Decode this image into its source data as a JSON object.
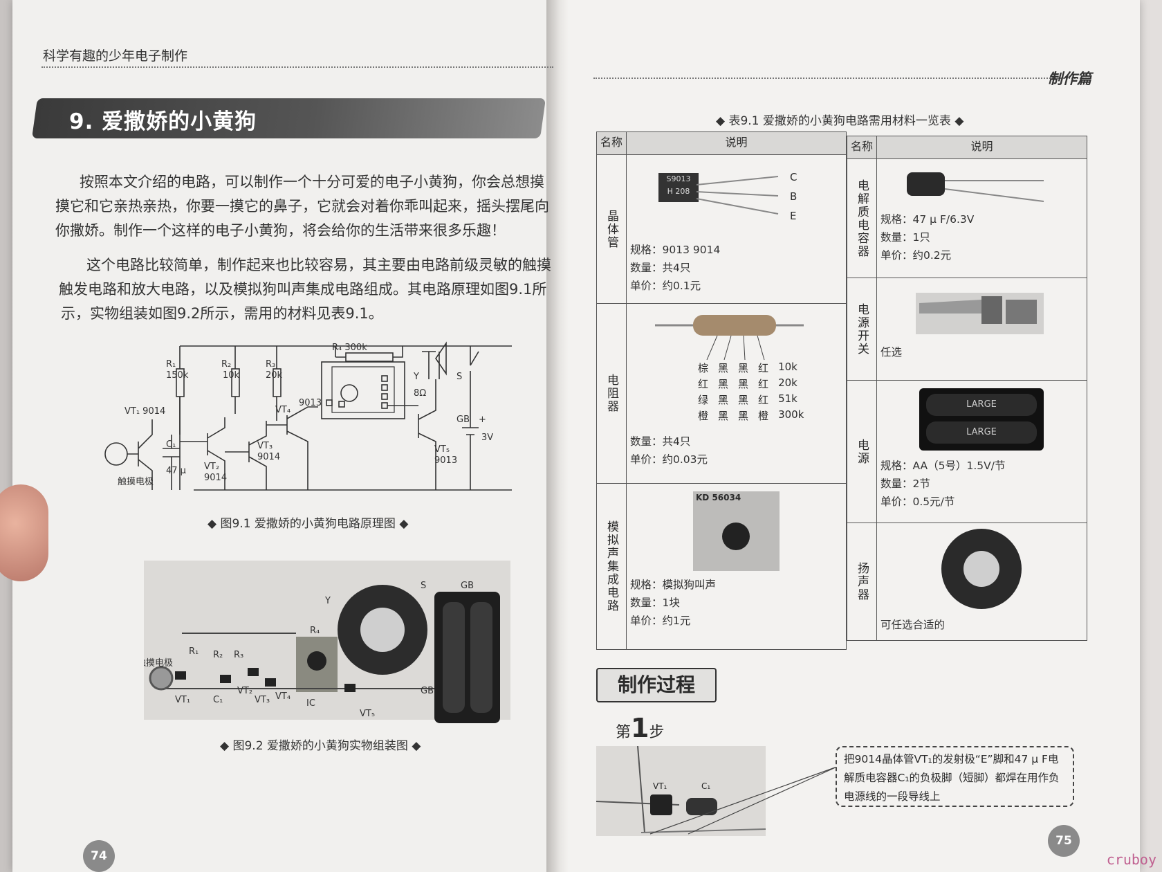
{
  "left_page": {
    "running_title": "科学有趣的少年电子制作",
    "chapter_title": "9. 爱撒娇的小黄狗",
    "paragraphs": [
      "按照本文介绍的电路，可以制作一个十分可爱的电子小黄狗，你会总想摸",
      "摸它和它亲热亲热，你要一摸它的鼻子，它就会对着你乖叫起来，摇头摆尾向",
      "你撒娇。制作一个这样的电子小黄狗，将会给你的生活带来很多乐趣！",
      "这个电路比较简单，制作起来也比较容易，其主要由电路前级灵敏的触摸",
      "触发电路和放大电路，以及模拟狗叫声集成电路组成。其电路原理如图9.1所",
      "示，实物组装如图9.2所示，需用的材料见表9.1。"
    ],
    "schematic_labels": {
      "r1": "R₁",
      "r1v": "150k",
      "r2": "R₂",
      "r2v": "10k",
      "r3": "R₃",
      "r3v": "20k",
      "r4": "R₄  300k",
      "vt1": "VT₁ 9014",
      "vt2": "VT₂",
      "vt2v": "9014",
      "vt3": "VT₃",
      "vt3v": "9014",
      "vt4": "VT₄",
      "vt4v": "9013",
      "vt5": "VT₅",
      "vt5v": "9013",
      "c1": "C₁",
      "c1v": "47 μ",
      "touch": "触摸电极",
      "y": "Y",
      "ohm": "8Ω",
      "s": "S",
      "gb": "GB",
      "plus": "+",
      "v": "3V"
    },
    "fig1_caption": "◆ 图9.1   爱撒娇的小黄狗电路原理图 ◆",
    "photo_labels": {
      "y": "Y",
      "s": "S",
      "gb": "GB",
      "gb2": "GB",
      "r4": "R₄",
      "r1": "R₁",
      "r2": "R₂",
      "r3": "R₃",
      "touch": "触摸电极",
      "vt1": "VT₁",
      "c1": "C₁",
      "vt2": "VT₂",
      "vt3": "VT₃",
      "vt4": "VT₄",
      "ic": "IC",
      "vt5": "VT₅"
    },
    "fig2_caption": "◆ 图9.2   爱撒娇的小黄狗实物组装图 ◆",
    "page_number": "74"
  },
  "right_page": {
    "running_title": "制作篇",
    "table_title": "◆ 表9.1   爱撒娇的小黄狗电路需用材料一览表 ◆",
    "headers": {
      "name": "名称",
      "desc": "说明"
    },
    "left_rows": [
      {
        "name": "晶体管",
        "lines": [
          "规格：9013    9014",
          "数量：共4只",
          "单价：约0.1元"
        ],
        "pins": [
          "C",
          "B",
          "E"
        ],
        "chip1": "S9013",
        "chip2": "H 208"
      },
      {
        "name": "电阻器",
        "colors": [
          [
            "棕",
            "黑",
            "黑",
            "红",
            "10k"
          ],
          [
            "红",
            "黑",
            "黑",
            "红",
            "20k"
          ],
          [
            "绿",
            "黑",
            "黑",
            "红",
            "51k"
          ],
          [
            "橙",
            "黑",
            "黑",
            "橙",
            "300k"
          ]
        ],
        "lines": [
          "数量：共4只",
          "单价：约0.03元"
        ]
      },
      {
        "name": "模拟声集成电路",
        "chip": "KD 56034",
        "lines": [
          "规格：模拟狗叫声",
          "数量：1块",
          "单价：约1元"
        ]
      }
    ],
    "right_rows": [
      {
        "name": "电解质电容器",
        "lines": [
          "规格：47 μ F/6.3V",
          "数量：1只",
          "单价：约0.2元"
        ]
      },
      {
        "name": "电源开关",
        "lines": [
          "任选"
        ]
      },
      {
        "name": "电源",
        "battery": "LARGE",
        "lines": [
          "规格：AA（5号）1.5V/节",
          "数量：2节",
          "单价：0.5元/节"
        ]
      },
      {
        "name": "扬声器",
        "lines": [
          "可任选合适的"
        ]
      }
    ],
    "section_title": "制作过程",
    "step_prefix": "第",
    "step_num": "1",
    "step_suffix": "步",
    "photo_labels": {
      "vt1": "VT₁",
      "c1": "C₁"
    },
    "note": "把9014晶体管VT₁的发射极“E”脚和47 μ F电解质电容器C₁的负极脚（短脚）都焊在用作负电源线的一段导线上",
    "page_number": "75"
  },
  "watermark": "cruboy"
}
